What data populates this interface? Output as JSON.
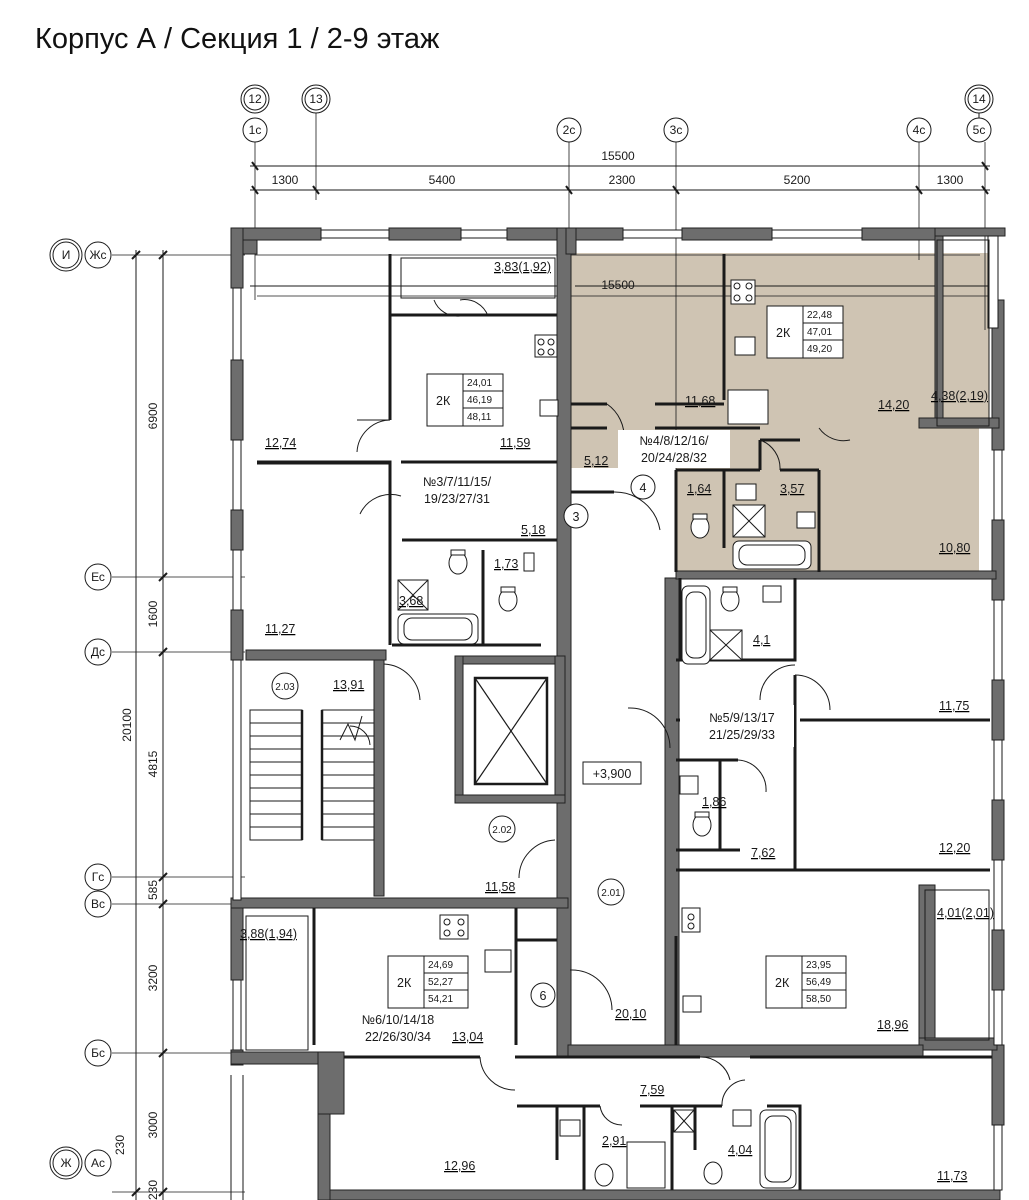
{
  "title": "Корпус А / Секция 1 / 2-9 этаж",
  "colors": {
    "wall": "#6d6d6d",
    "highlight": "#cfc4b3",
    "line": "#1a1a1a"
  },
  "axes": {
    "top_circles": [
      "12",
      "13",
      "14"
    ],
    "top": [
      "1c",
      "2c",
      "3c",
      "4c",
      "5c"
    ],
    "left_circles": [
      "И",
      "Ж"
    ],
    "left": [
      "Жс",
      "Ес",
      "Дс",
      "Гс",
      "Вс",
      "Бс",
      "Ас"
    ]
  },
  "dims": {
    "top_total": "15500",
    "top": [
      "1300",
      "5400",
      "2300",
      "5200",
      "1300"
    ],
    "inner_total": "15500",
    "left_total": "20100",
    "left": [
      "6900",
      "1600",
      "4815",
      "585",
      "3200",
      "3000",
      "230",
      "230"
    ]
  },
  "elevation": "+3,900",
  "apartments": [
    {
      "type": "2К",
      "areas": [
        "24,01",
        "46,19",
        "48,11"
      ]
    },
    {
      "type": "2К",
      "areas": [
        "22,48",
        "47,01",
        "49,20"
      ]
    },
    {
      "type": "2К",
      "areas": [
        "24,69",
        "52,27",
        "54,21"
      ]
    },
    {
      "type": "2К",
      "areas": [
        "23,95",
        "56,49",
        "58,50"
      ]
    }
  ],
  "apartment_numbers": [
    [
      "№3/7/11/15/",
      "19/23/27/31"
    ],
    [
      "№4/8/12/16/",
      "20/24/28/32"
    ],
    [
      "№5/9/13/17",
      "21/25/29/33"
    ],
    [
      "№6/10/14/18",
      "22/26/30/34"
    ]
  ],
  "rooms": [
    "3,83(1,92)",
    "12,74",
    "11,59",
    "11,68",
    "14,20",
    "4,38(2,19)",
    "5,12",
    "1,64",
    "3,57",
    "5,18",
    "1,73",
    "3,68",
    "10,80",
    "11,27",
    "4,1",
    "13,91",
    "11,75",
    "1,86",
    "7,62",
    "12,20",
    "11,58",
    "3,88(1,94)",
    "4,01(2,01)",
    "20,10",
    "13,04",
    "18,96",
    "7,59",
    "2,91",
    "4,04",
    "12,96",
    "11,73"
  ],
  "circle_labels": [
    "3",
    "4",
    "6"
  ],
  "space_codes": [
    "2.03",
    "2.02",
    "2.01"
  ]
}
